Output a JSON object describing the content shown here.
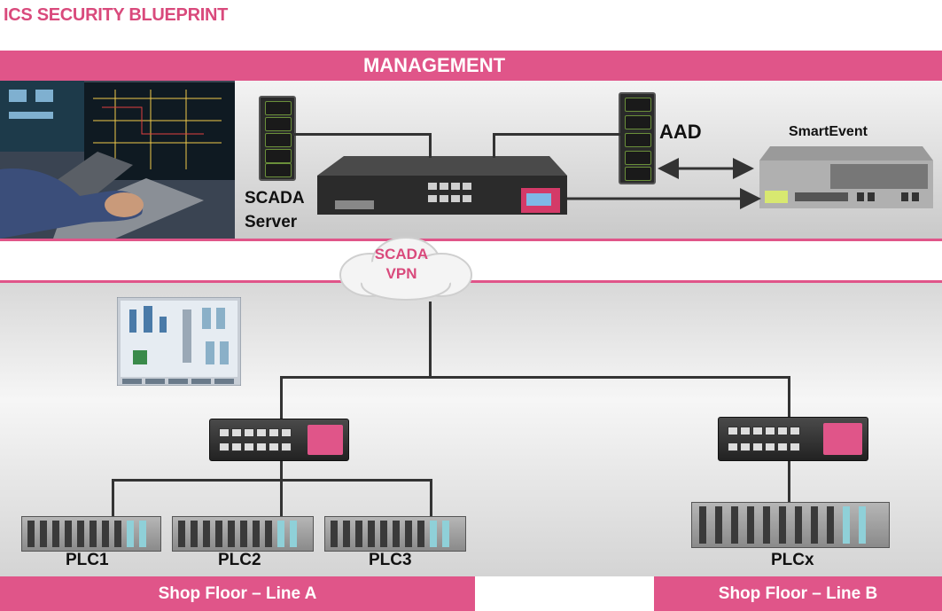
{
  "title": "ICS SECURITY BLUEPRINT",
  "management": {
    "label": "MANAGEMENT"
  },
  "scada_server": {
    "line1": "SCADA",
    "line2": "Server"
  },
  "aad": {
    "label": "AAD"
  },
  "smartevent": {
    "label": "SmartEvent"
  },
  "vpn": {
    "line1": "SCADA",
    "line2": "VPN"
  },
  "plcs": [
    {
      "label": "PLC1"
    },
    {
      "label": "PLC2"
    },
    {
      "label": "PLC3"
    },
    {
      "label": "PLCx"
    }
  ],
  "footer": {
    "line_a": "Shop Floor – Line A",
    "line_b": "Shop Floor – Line  B"
  },
  "colors": {
    "accent": "#e05589",
    "title": "#d94a7c",
    "vpn_text": "#d94a7c"
  }
}
